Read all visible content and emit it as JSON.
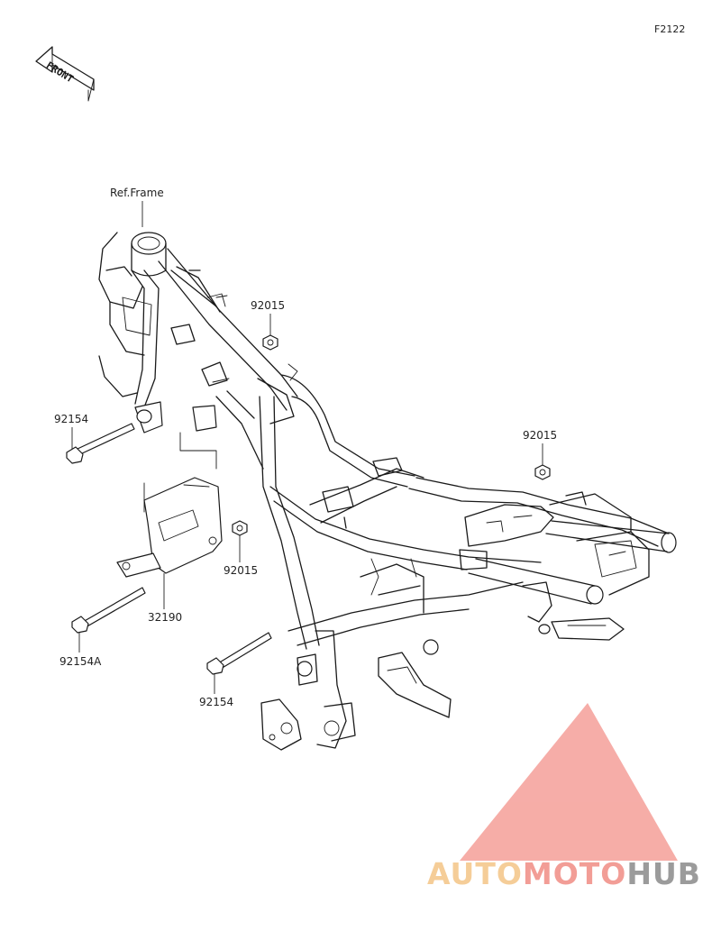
{
  "diagram_code": "F2122",
  "front_indicator": "FRONT",
  "reference_label": "Ref.Frame",
  "callouts": [
    {
      "id": "c1",
      "part_number": "92015"
    },
    {
      "id": "c2",
      "part_number": "92015"
    },
    {
      "id": "c3",
      "part_number": "92015"
    },
    {
      "id": "c4",
      "part_number": "92154"
    },
    {
      "id": "c5",
      "part_number": "32190"
    },
    {
      "id": "c6",
      "part_number": "92154A"
    },
    {
      "id": "c7",
      "part_number": "92154"
    }
  ],
  "watermark": {
    "part1": "AUTO",
    "part2": "MOTO",
    "part3": "HUB",
    "colors": {
      "auto": "#f4c78a",
      "moto": "#f19088",
      "hub": "#8e8e8e",
      "mark": "#f5a29c"
    }
  }
}
